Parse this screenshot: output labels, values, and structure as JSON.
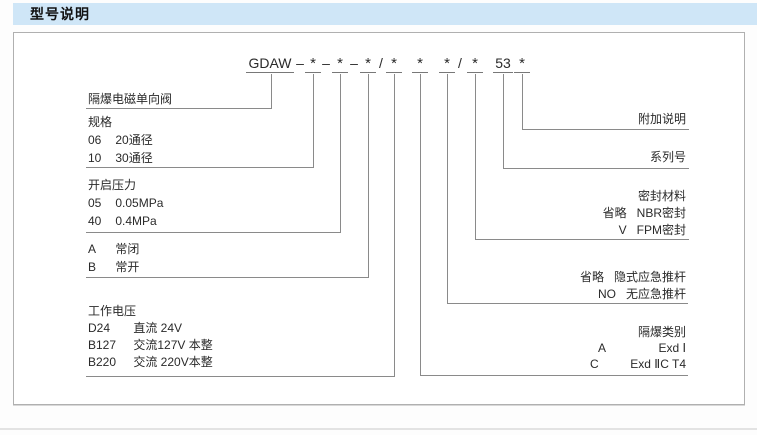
{
  "header": {
    "title": "型号说明"
  },
  "code": {
    "product_code": "GDAW",
    "dash": "–",
    "star": "*",
    "slash": "/",
    "series_no": "53"
  },
  "left_blocks": [
    {
      "name": "product",
      "rows": [
        {
          "label": "隔爆电磁单向阀"
        }
      ]
    },
    {
      "name": "spec",
      "rows": [
        {
          "label": "规格"
        },
        {
          "code": "06",
          "label": "20通径"
        },
        {
          "code": "10",
          "label": "30通径"
        }
      ]
    },
    {
      "name": "opening-pressure",
      "rows": [
        {
          "label": "开启压力"
        },
        {
          "code": "05",
          "label": "0.05MPa"
        },
        {
          "code": "40",
          "label": "0.4MPa"
        }
      ]
    },
    {
      "name": "valve-state",
      "rows": [
        {
          "code": "A",
          "label": "常闭"
        },
        {
          "code": "B",
          "label": "常开"
        }
      ]
    },
    {
      "name": "working-voltage",
      "rows": [
        {
          "label": "工作电压"
        },
        {
          "code": "D24",
          "label": "直流 24V"
        },
        {
          "code": "B127",
          "label": "交流127V 本整"
        },
        {
          "code": "B220",
          "label": "交流 220V本整"
        }
      ]
    }
  ],
  "right_blocks": [
    {
      "name": "additional-note",
      "rows": [
        {
          "label": "附加说明"
        }
      ]
    },
    {
      "name": "series-number",
      "rows": [
        {
          "label": "系列号"
        }
      ]
    },
    {
      "name": "seal-material",
      "rows": [
        {
          "label": "密封材料"
        },
        {
          "code": "省略",
          "label": "NBR密封"
        },
        {
          "code": "V",
          "label": "FPM密封"
        }
      ]
    },
    {
      "name": "emergency-pushrod",
      "rows": [
        {
          "code": "省略",
          "label": "隐式应急推杆"
        },
        {
          "code": "NO",
          "label": "无应急推杆"
        }
      ]
    },
    {
      "name": "explosion-proof-class",
      "rows": [
        {
          "label": "隔爆类别"
        },
        {
          "code": "A",
          "label": "Exd Ⅰ"
        },
        {
          "code": "C",
          "label": "Exd ⅡC T4"
        }
      ]
    }
  ],
  "colors": {
    "header_bg": "#cfe6f7",
    "diagram_line": "#8a8a8a",
    "text": "#2a2a2a",
    "box_border": "#b0b0b0"
  }
}
